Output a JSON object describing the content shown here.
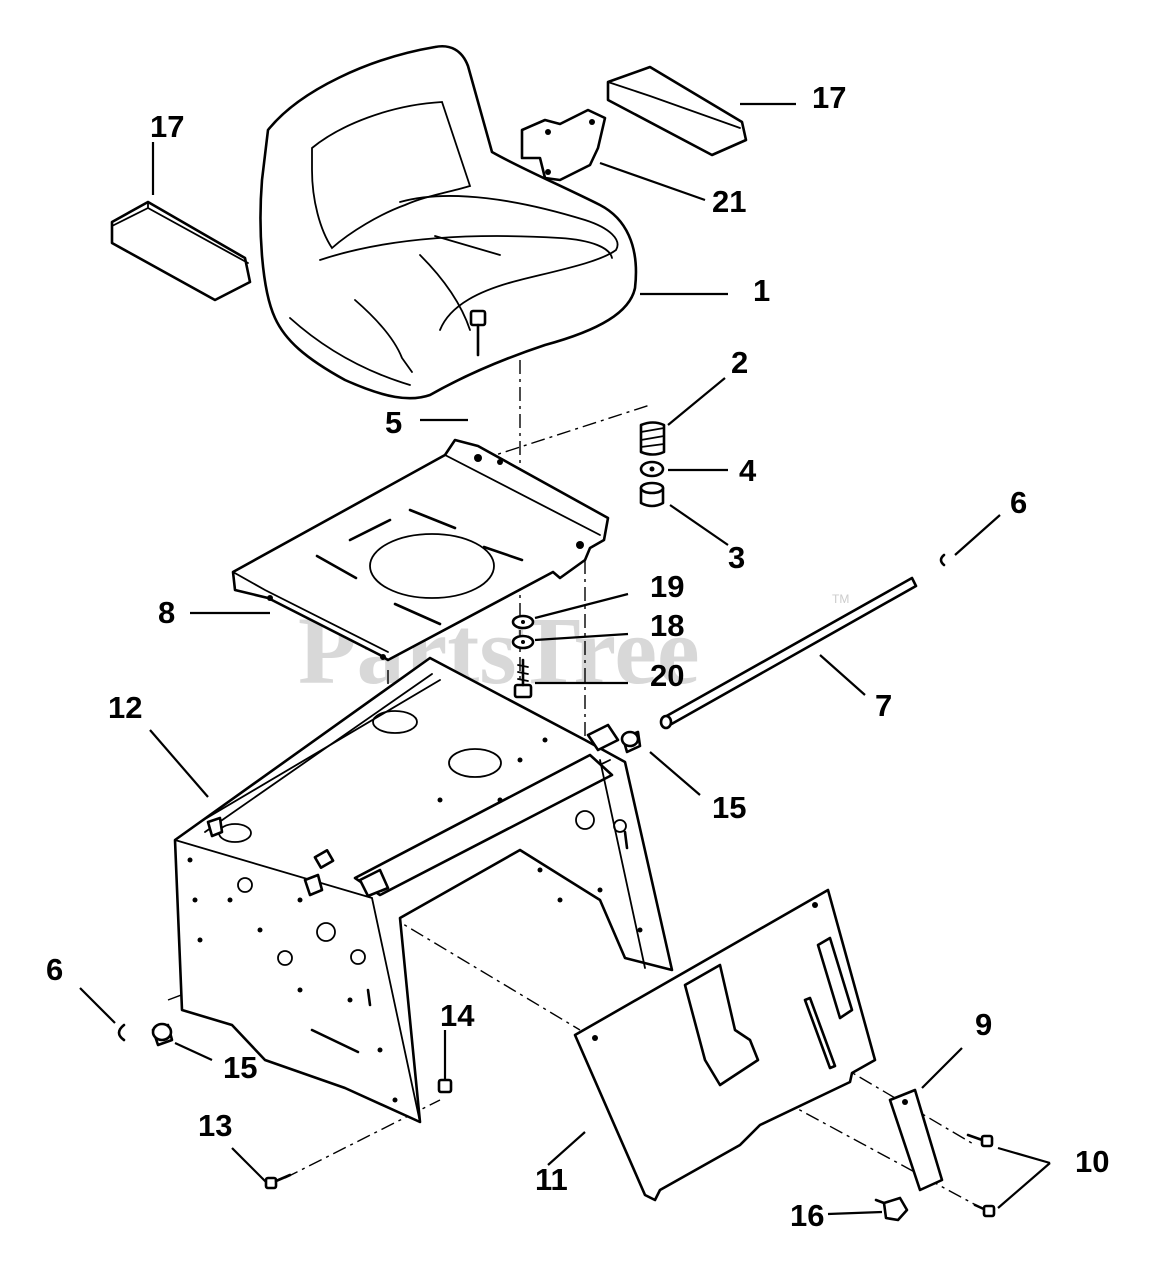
{
  "diagram": {
    "watermark": "PartsTree",
    "watermark_mark": "TM",
    "callouts": [
      {
        "id": "c1",
        "label": "1"
      },
      {
        "id": "c2",
        "label": "2"
      },
      {
        "id": "c3",
        "label": "3"
      },
      {
        "id": "c4",
        "label": "4"
      },
      {
        "id": "c5",
        "label": "5"
      },
      {
        "id": "c6a",
        "label": "6"
      },
      {
        "id": "c6b",
        "label": "6"
      },
      {
        "id": "c7",
        "label": "7"
      },
      {
        "id": "c8",
        "label": "8"
      },
      {
        "id": "c9",
        "label": "9"
      },
      {
        "id": "c10",
        "label": "10"
      },
      {
        "id": "c11",
        "label": "11"
      },
      {
        "id": "c12",
        "label": "12"
      },
      {
        "id": "c13",
        "label": "13"
      },
      {
        "id": "c14",
        "label": "14"
      },
      {
        "id": "c15a",
        "label": "15"
      },
      {
        "id": "c15b",
        "label": "15"
      },
      {
        "id": "c16",
        "label": "16"
      },
      {
        "id": "c17a",
        "label": "17"
      },
      {
        "id": "c17b",
        "label": "17"
      },
      {
        "id": "c18",
        "label": "18"
      },
      {
        "id": "c19",
        "label": "19"
      },
      {
        "id": "c20",
        "label": "20"
      },
      {
        "id": "c21",
        "label": "21"
      }
    ]
  }
}
